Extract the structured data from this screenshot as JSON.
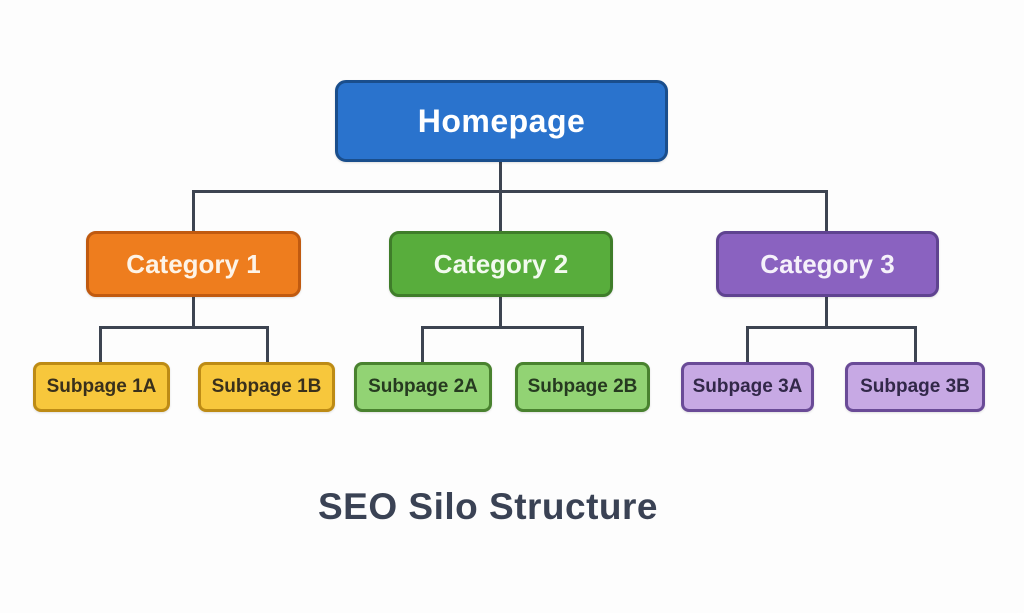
{
  "title": "SEO Silo Structure",
  "colors": {
    "background": "#fdfdfd",
    "connector_line": "#3d4451",
    "title_text": "#3a4254"
  },
  "nodes": {
    "homepage": {
      "label": "Homepage",
      "fill": "#2a73cd",
      "border": "#1a4e8c",
      "text": "#ffffff"
    },
    "category1": {
      "label": "Category 1",
      "fill": "#ee7d1e",
      "border": "#c05a10",
      "text": "#fdf3e7"
    },
    "category2": {
      "label": "Category 2",
      "fill": "#58ad3c",
      "border": "#3f7d2a",
      "text": "#f2faee"
    },
    "category3": {
      "label": "Category 3",
      "fill": "#8a62c0",
      "border": "#5f4390",
      "text": "#f5f1fa"
    },
    "subpage1a": {
      "label": "Subpage 1A",
      "fill": "#f7c73c",
      "border": "#bd8b15",
      "text": "#39301c"
    },
    "subpage1b": {
      "label": "Subpage 1B",
      "fill": "#f7c73c",
      "border": "#bd8b15",
      "text": "#39301c"
    },
    "subpage2a": {
      "label": "Subpage 2A",
      "fill": "#92d374",
      "border": "#49822f",
      "text": "#263a20"
    },
    "subpage2b": {
      "label": "Subpage 2B",
      "fill": "#92d374",
      "border": "#49822f",
      "text": "#263a20"
    },
    "subpage3a": {
      "label": "Subpage 3A",
      "fill": "#c7a9e4",
      "border": "#6a4b97",
      "text": "#322849"
    },
    "subpage3b": {
      "label": "Subpage 3B",
      "fill": "#c7a9e4",
      "border": "#6a4b97",
      "text": "#322849"
    }
  }
}
